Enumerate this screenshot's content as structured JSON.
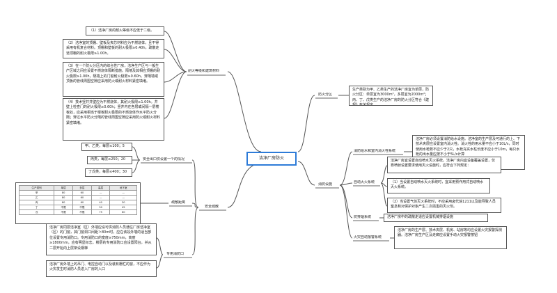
{
  "center": "洁净厂房防火",
  "branches": {
    "fire_rating": {
      "label": "耐火等级和建筑材料",
      "items": [
        "（1）洁净厂房的耐火等级不应低于二级。",
        "（2）洁净室的顶棚、壁板及夹芯材料应为不燃烧体，且不得采用有机复合材料。顶棚和壁板的耐火极限≥0.40h，疏散走道顶棚的耐火极限≥1.00h。",
        "（3）在一个防火分区内的综合性厂房，洁净生产区与一般生产区域之间应设置不燃烧体隔断措施。隔墙及其相应顶棚的耐火极限≥1.00h，隔墙上的门窗耐火极限≥0.60h。穿隔墙或顶板的管线周围空隙应采用防火或耐火材料紧密填堵。",
        "（4）技术竖井井壁应为不燃烧体，其耐火极限≥1.00h。井壁上检查门的耐火极限≥0.60h；竖井内在各层或间隔一层楼板处，应采用相当于楼板耐火极限的不燃烧体作水平防火分隔；穿过水平防火分隔的管线周围空隙应采用防火或耐火材料紧密填堵。"
      ]
    },
    "fire_zone": {
      "label": "防火分区",
      "text": "生产类别为甲、乙类生产的洁净厂房宜为单层，防火分区：单层宜为3000m²，多层宜为2000m²；丙、丁、戊类生产的洁净厂房的防火分区符合《建规》有关规定"
    },
    "safe_evac": {
      "label": "安全疏散",
      "single_exit": {
        "label": "安全出口仅设置一个的情况",
        "rows": [
          "甲、乙类，每层≤100；5",
          "丙类，每层≤250；20",
          "丁戊类，每层≤400；30"
        ]
      },
      "distance": {
        "label": "疏散距离",
        "table": {
          "headers": [
            "生产类别",
            "单层",
            "多层",
            "高层",
            "地下室"
          ],
          "rows": [
            [
              "甲",
              "80",
              "60",
              "—",
              "—"
            ],
            [
              "乙",
              "80",
              "60",
              "—",
              "—"
            ],
            [
              "丙",
              "80",
              "60",
              "40",
              "30"
            ],
            [
              "丁",
              "不限",
              "不限",
              "50",
              "45"
            ],
            [
              "戊",
              "不限",
              "不限",
              "75",
              "60"
            ]
          ]
        }
      },
      "special": {
        "label": "专用消防口",
        "items": [
          "洁净厂房同层洁净室（区）外墙应设可供消防人员通往厂房洁净室（区）的门窗，其门窗洞口间距＞80m时，应在该段外墙的适当部位设置专用消防口。专用消防口的宽度≥750mm，高度≥1800mm，应有明显标志。楼层的专用消防口应设置阳台，并从二层开始向上层架设钢梯",
          "洁净厂房外墙上的吊门、电控自动门以及装有栅栏的窗，不应作为火灾发生时消防人员进入厂房的入口"
        ]
      }
    },
    "facilities": {
      "label": "消防设施",
      "hydrant": {
        "label": "消防给水和室内消火栓系统",
        "text": "洁净厂房必须设置消防给水设施。洁净室的生产层及可通行的上、下技术夹层应设置室内消火栓。消火栓的用水量不应小于10L/s，同时使用水枪数不应少于2只，水枪充实水柱长度不应小于10m，每只水枪的出水量应按不小于5L/s计算"
      },
      "auto": {
        "label": "自动灭火系统",
        "items": [
          "洁净厂房宜设置自动喷水灭火系统。洁净厂房内宜设备覆盖设置，仅靠喷射设置要求使用灭火设施时，应符合下列规定：",
          "（1）当设置自动喷水灭火系统时，宜采用预作用式自动喷水灭火系统。",
          "（2）当设置气体灭火系统时，不应采用卤代烷1211以及能导致人员窒息和对保护对象产生二次损害的灭火剂。"
        ]
      },
      "smoke": {
        "label": "防排烟系统",
        "text": "洁净厂房中的疏散走道应设置机械排烟设施"
      },
      "alarm": {
        "label": "火灾自动报警系统",
        "text": "洁净厂房的生产层、技术夹层、机房、站房等均应设置火灾报警探测器。洁净厂房生产区及走廊应设置手动火灾报警按钮"
      }
    }
  }
}
